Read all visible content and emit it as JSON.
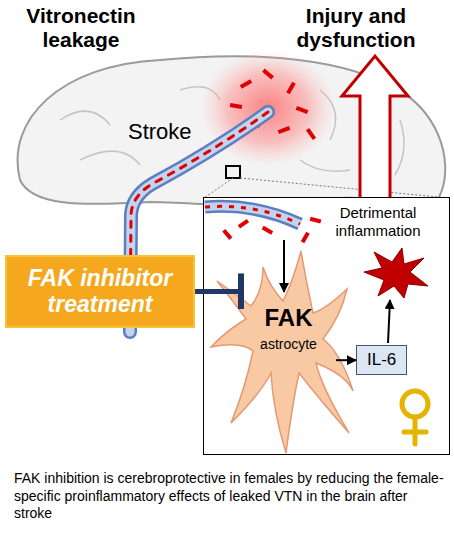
{
  "diagram": {
    "caption": "FAK inhibition is cerebroprotective in females by reducing the female-specific proinflammatory effects of leaked VTN in the brain after stroke",
    "nodes": [
      {
        "text": [
          "FAK inhibitor treatment"
        ]
      },
      {
        "text": [
          "Detrimental inflammation"
        ]
      },
      {
        "text": [
          "FAK",
          "astrocyte"
        ],
        "in": 1
      },
      {
        "text": [
          "IL-6"
        ],
        "in": 1
      }
    ],
    "edges": [
      {
        "from": 0,
        "to": 2,
        "arrow": "to"
      },
      {
        "from": 2,
        "to": 3,
        "arrow": "to"
      }
    ],
    "labels": [
      "Vitronectin leakage",
      "Injury and dysfunction",
      "Stroke"
    ]
  }
}
